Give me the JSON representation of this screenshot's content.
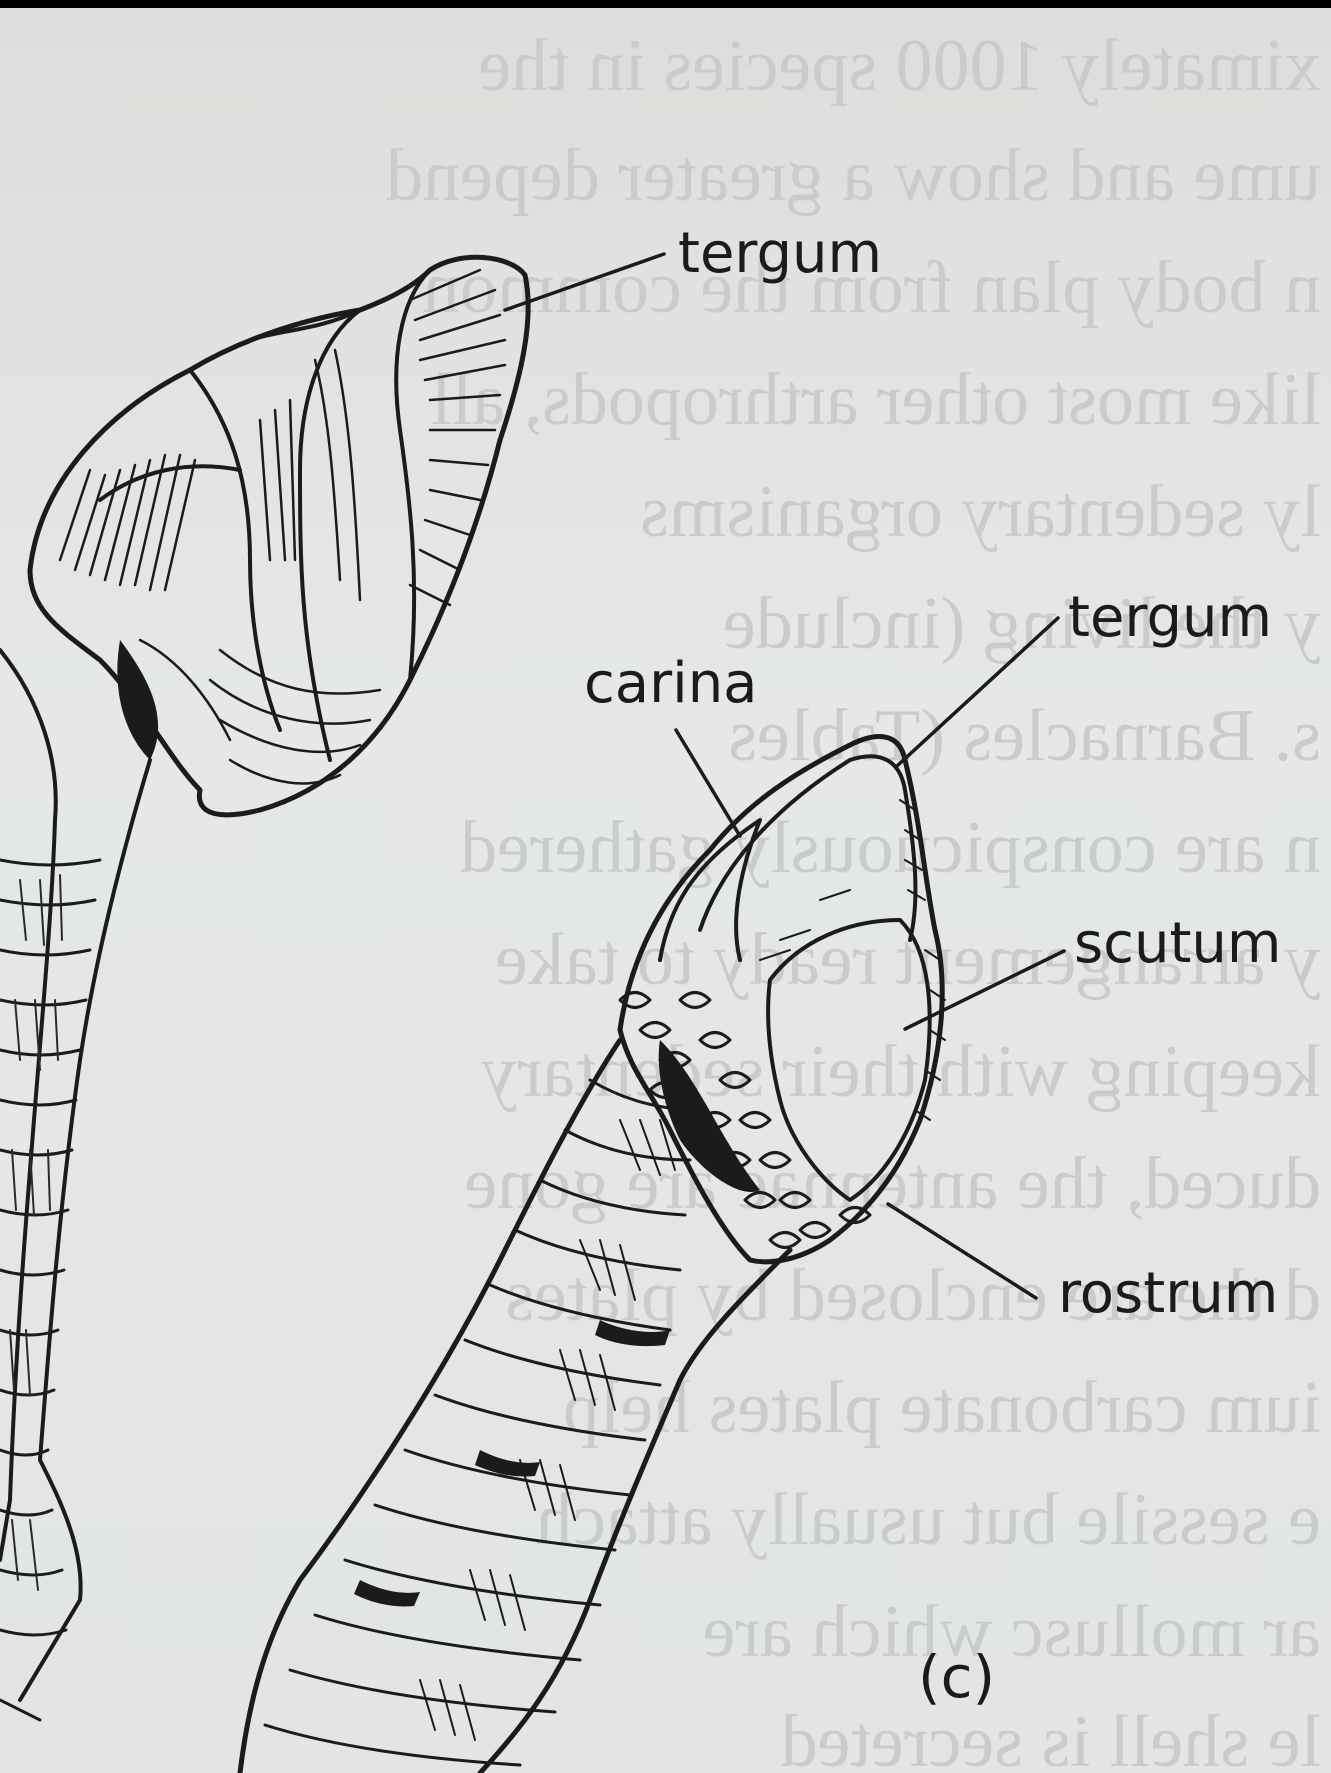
{
  "figure": {
    "labels": {
      "tergum_top": "tergum",
      "tergum_right": "tergum",
      "carina": "carina",
      "scutum": "scutum",
      "rostrum": "rostrum"
    },
    "panel_letter": "(c)"
  },
  "colors": {
    "ink": "#1b1b1b",
    "paper": "#e3e6e3",
    "bleed_through_text": "#c9ccc8"
  }
}
